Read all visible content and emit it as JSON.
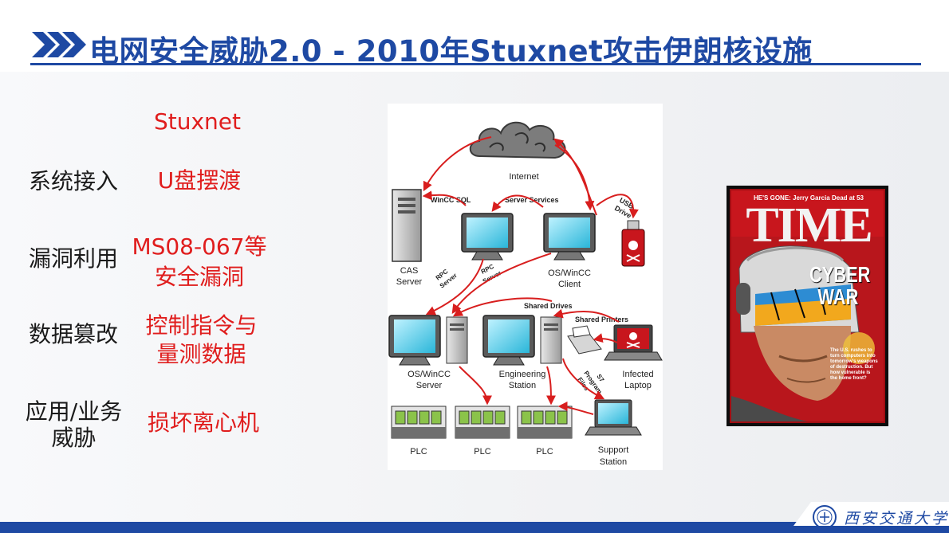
{
  "slide": {
    "title": "电网安全威胁2.0 - 2010年Stuxnet攻击伊朗核设施",
    "accent_color": "#1e49a3",
    "value_color": "#e01d1d"
  },
  "table": {
    "header": "Stuxnet",
    "rows": [
      {
        "label": "系统接入",
        "value": "U盘摆渡"
      },
      {
        "label": "漏洞利用",
        "value_line1": "MS08-067等",
        "value_line2": "安全漏洞"
      },
      {
        "label": "数据篡改",
        "value_line1": "控制指令与",
        "value_line2": "量测数据"
      },
      {
        "label_line1": "应用/业务",
        "label_line2": "威胁",
        "value": "损坏离心机"
      }
    ]
  },
  "diagram": {
    "internet": "Internet",
    "cas_server_1": "CAS",
    "cas_server_2": "Server",
    "wincc_sql": "WinCC SQL",
    "server_services": "Server Services",
    "usb_1": "USB",
    "usb_2": "Drive",
    "client_1": "OS/WinCC",
    "client_2": "Client",
    "rpc_a_1": "RPC",
    "rpc_a_2": "Server",
    "rpc_b_1": "RPC",
    "rpc_b_2": "Server",
    "shared_drives": "Shared Drives",
    "shared_printers": "Shared Printers",
    "os_server_1": "OS/WinCC",
    "os_server_2": "Server",
    "eng_1": "Engineering",
    "eng_2": "Station",
    "laptop_1": "Infected",
    "laptop_2": "Laptop",
    "s7_1": "S7",
    "s7_2": "Program",
    "s7_3": "Files",
    "plc_1": "PLC",
    "plc_2": "PLC",
    "plc_3": "PLC",
    "support_1": "Support",
    "support_2": "Station"
  },
  "magazine": {
    "kicker": "HE'S GONE: Jerry Garcia Dead at 53",
    "masthead": "TIME",
    "headline": "CYBER\nWAR",
    "blurb": "The U.S. rushes to turn computers into tomorrow's weapons of destruction. But how vulnerable is the home front?"
  },
  "footer": {
    "university": "西安交通大学"
  }
}
